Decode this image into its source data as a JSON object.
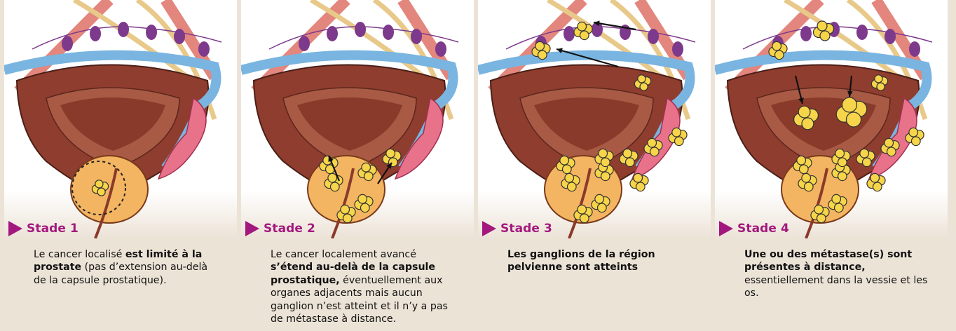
{
  "stages": [
    {
      "label": "Stade 1",
      "text_parts": [
        {
          "t": "Le cancer localisé ",
          "b": false
        },
        {
          "t": "est limité à la prostate",
          "b": true
        },
        {
          "t": " (pas d’extension au-delà de la capsule prostatique).",
          "b": false
        }
      ]
    },
    {
      "label": "Stade 2",
      "text_parts": [
        {
          "t": "Le cancer localement avancé ",
          "b": false
        },
        {
          "t": "s’étend au-delà de la capsule prostatique,",
          "b": true
        },
        {
          "t": " éventuellement aux organes adjacents mais aucun ganglion n’est atteint et il n’y a pas de métastase à distance.",
          "b": false
        }
      ]
    },
    {
      "label": "Stade 3",
      "text_parts": [
        {
          "t": "Les ganglions de la région pelvienne sont atteints",
          "b": true
        }
      ]
    },
    {
      "label": "Stade 4",
      "text_parts": [
        {
          "t": "Une ou des métastase(s) sont présentes à distance,",
          "b": true
        },
        {
          "t": " essentiellement dans la vessie et les os.",
          "b": false
        }
      ]
    }
  ],
  "colors": {
    "accent": "#a3187e",
    "bladder": "#8f3d2e",
    "bladder_inner": "#a85a45",
    "vessel_blue": "#79b5e0",
    "vessel_red": "#e3867d",
    "node_purple": "#7d3a8c",
    "prostate": "#f3b561",
    "tumor": "#f6d54a"
  }
}
